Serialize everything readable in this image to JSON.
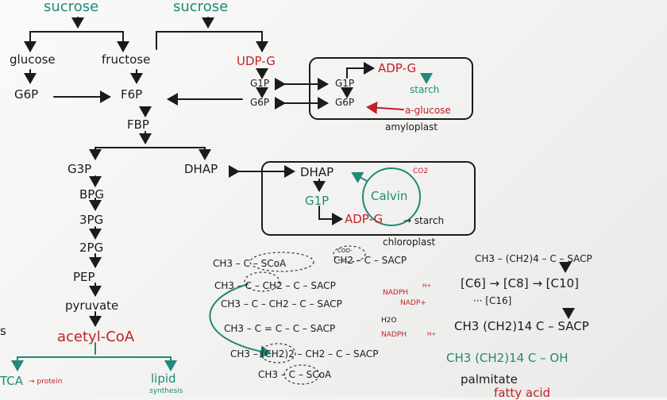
{
  "sucrose_left": "sucrose",
  "sucrose_right": "sucrose",
  "glucose": "glucose",
  "fructose": "fructose",
  "g6p_left": "G6P",
  "f6p": "F6P",
  "fbp": "FBP",
  "udp_g": "UDP-G",
  "g1p_a": "G1P",
  "g6p_a": "G6P",
  "g1p_b": "G1P",
  "g6p_b": "G6P",
  "adp_g_amylo": "ADP-G",
  "starch_amylo": "starch",
  "a_glucose": "a-glucose",
  "amyloplast": "amyloplast",
  "g3p": "G3P",
  "dhap_left": "DHAP",
  "dhap_right": "DHAP",
  "co2": "CO2",
  "g1p_chloro": "G1P",
  "calvin": "Calvin",
  "adp_g_chloro": "ADP-G",
  "to_starch": "→ starch",
  "chloroplast": "chloroplast",
  "bpg": "BPG",
  "pg3": "3PG",
  "pg2": "2PG",
  "pep": "PEP",
  "pyruvate": "pyruvate",
  "acetyl_coa": "acetyl-CoA",
  "tca": "TCA",
  "to_protein": "→ protein",
  "lipid": "lipid",
  "synthesis": "synthesis",
  "f1": "CH3 – C – SCoA",
  "coo": "COO-",
  "f2": "CH2 – C – SACP",
  "f3": "CH3 – C – CH2 – C – SACP",
  "nadph1": "NADPH",
  "hplus1": "H+",
  "f4": "CH3 – C – CH2 – C – SACP",
  "nadp": "NADP+",
  "h2o": "H2O",
  "f5": "CH3 – C = C – C – SACP",
  "nadph2": "NADPH",
  "hplus2": "H+",
  "f6": "CH3 – (CH2)2 – CH2 – C – SACP",
  "f7": "CH3 – C – SCoA",
  "r1": "CH3 – (CH2)4 – C – SACP",
  "r2": "[C6] → [C8] → [C10]",
  "r3": "··· [C16]",
  "r4": "CH3 (CH2)14 C – SACP",
  "r5": "CH3 (CH2)14 C – OH",
  "palmitate": "palmitate",
  "fatty_acid": "fatty acid",
  "edge_s": "s",
  "colors": {
    "teal": "#1f8a77",
    "red": "#c32026",
    "ink": "#1b1b1b"
  }
}
